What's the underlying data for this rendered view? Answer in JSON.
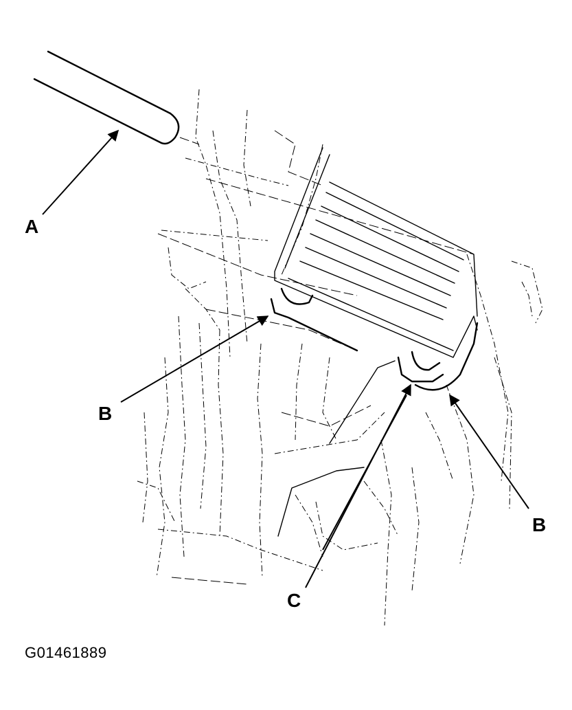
{
  "callouts": {
    "a": "A",
    "b_left": "B",
    "b_right": "B",
    "c": "C"
  },
  "figure_id": "G01461889",
  "colors": {
    "line": "#000000",
    "background": "#ffffff"
  }
}
